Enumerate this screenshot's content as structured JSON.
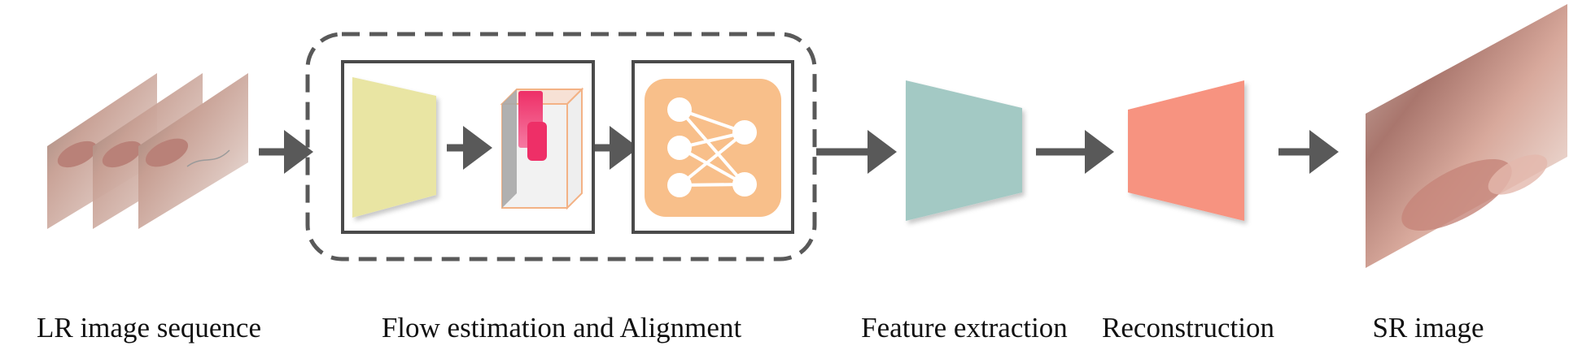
{
  "labels": {
    "lr_sequence": "LR image sequence",
    "flow_alignment": "Flow estimation and Alignment",
    "feature_extraction": "Feature extraction",
    "reconstruction": "Reconstruction",
    "sr_image": "SR image"
  },
  "colors": {
    "arrow": "#595959",
    "dashed_border": "#595959",
    "flow_block": "#e9e5a3",
    "network_bg": "#f8bf8a",
    "feature_block": "#a3c9c4",
    "reconstruction_block": "#f79380",
    "volume_edge": "#f3b285",
    "volume_red": "#ee2f67"
  },
  "icons": {
    "network": "neural-network-icon",
    "lr_frames": "lr-frame-stack",
    "sr_output": "sr-output-image"
  }
}
